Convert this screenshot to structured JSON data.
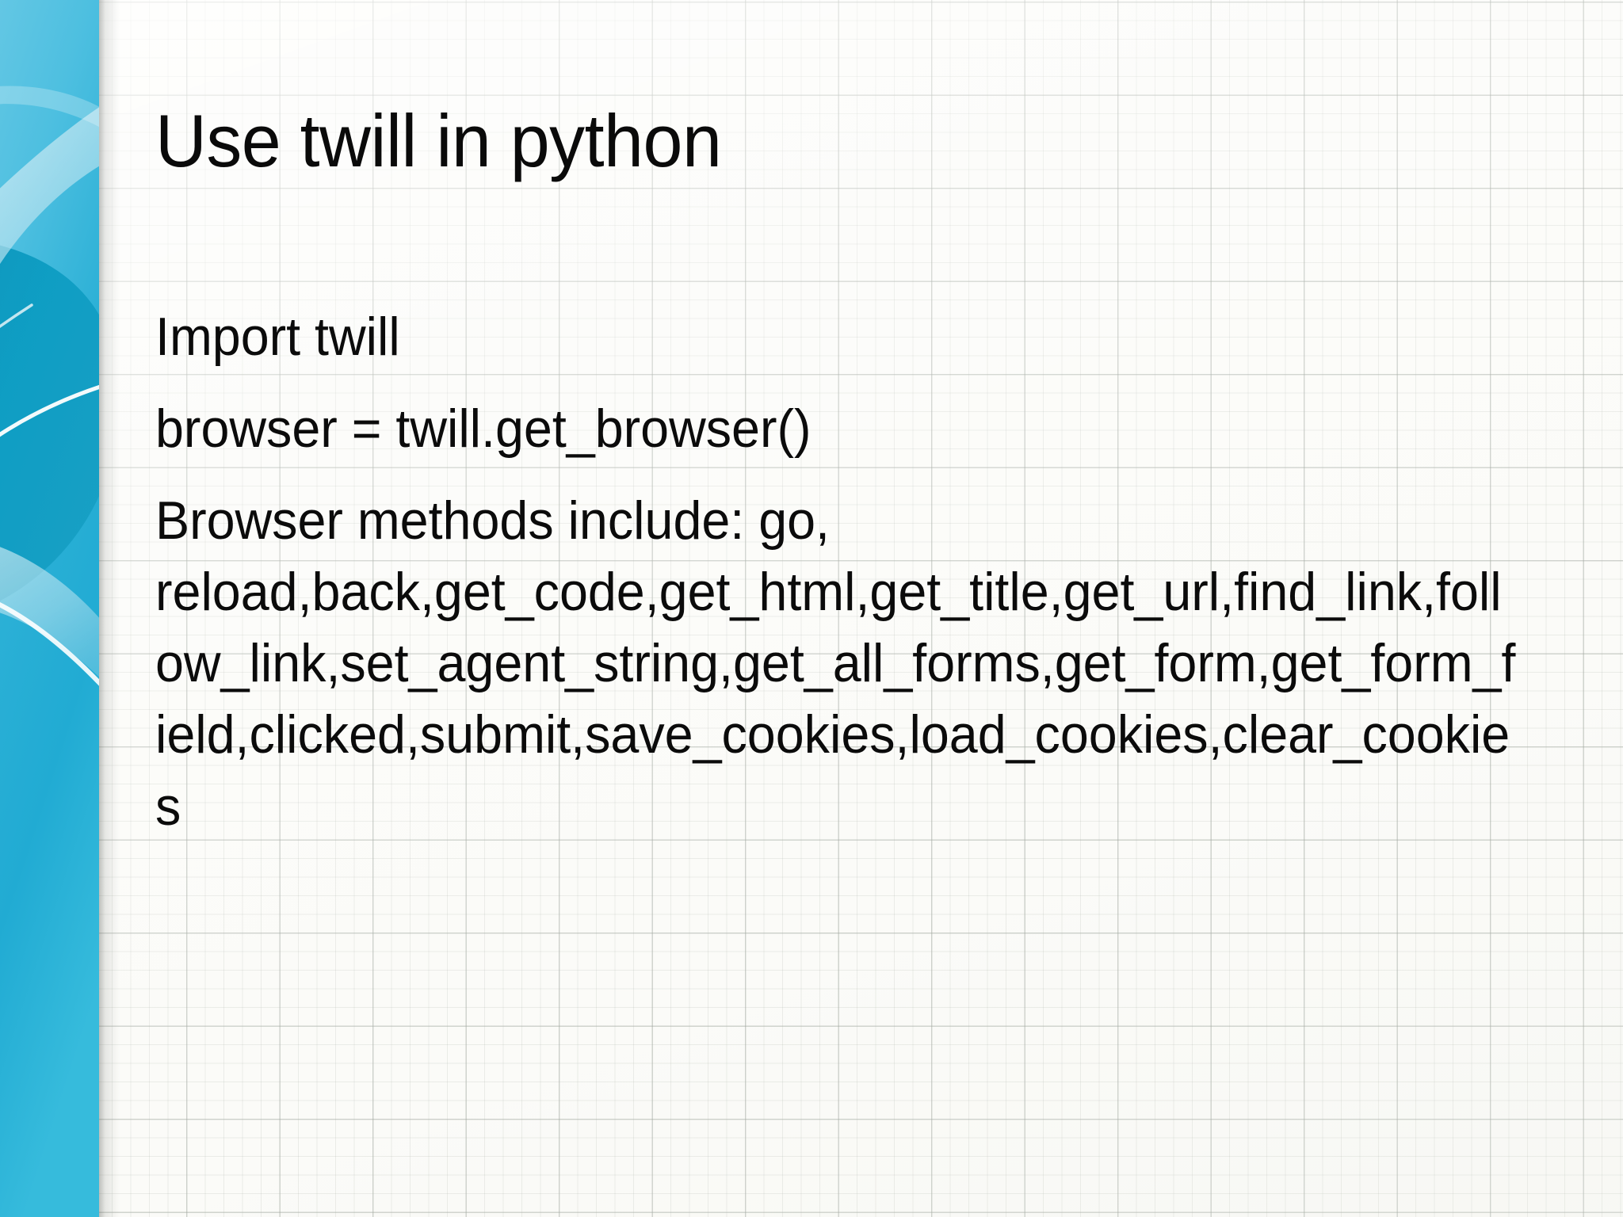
{
  "slide": {
    "title": "Use twill in python",
    "theme_colors": {
      "band_top": "#5cc3e2",
      "band_mid": "#1aa6c9",
      "band_deep": "#0c93b8",
      "band_bottom": "#35b9da",
      "swoosh_light": "#bfe8f2",
      "swoosh_white": "#ffffff",
      "text": "#0b0b0b",
      "paper": "#fbfbf8",
      "grid_line": "#a0a8a0"
    },
    "body_paragraphs": [
      "Import twill",
      "browser  = twill.get_browser()",
      "Browser methods include: go, reload,back,get_code,get_html,get_title,get_url,find_link,follow_link,set_agent_string,get_all_forms,get_form,get_form_field,clicked,submit,save_cookies,load_cookies,clear_cookies"
    ]
  },
  "decoration": {
    "left_band_name": "flow-theme-side-band",
    "background_name": "graph-paper-grid"
  }
}
